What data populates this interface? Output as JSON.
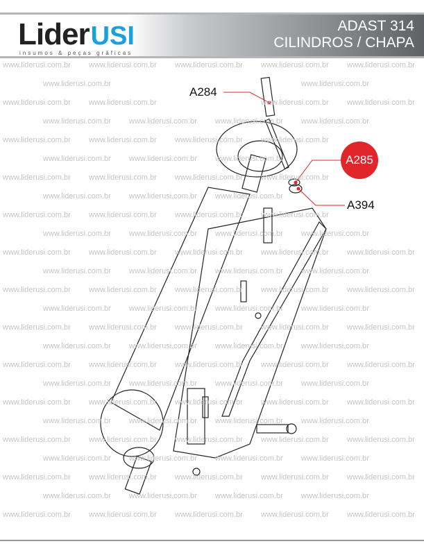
{
  "header": {
    "logo_main": "Lider",
    "logo_accent": "USI",
    "logo_tagline": "insumos & peças gráficas",
    "title_line1": "ADAST 314",
    "title_line2": "CILINDROS / CHAPA"
  },
  "watermark": "www.liderusi.com.br",
  "callouts": {
    "a284": "A284",
    "a285": "A285",
    "a394": "A394"
  },
  "colors": {
    "accent_blue": "#1aa0dc",
    "callout_red": "#e0262b"
  }
}
